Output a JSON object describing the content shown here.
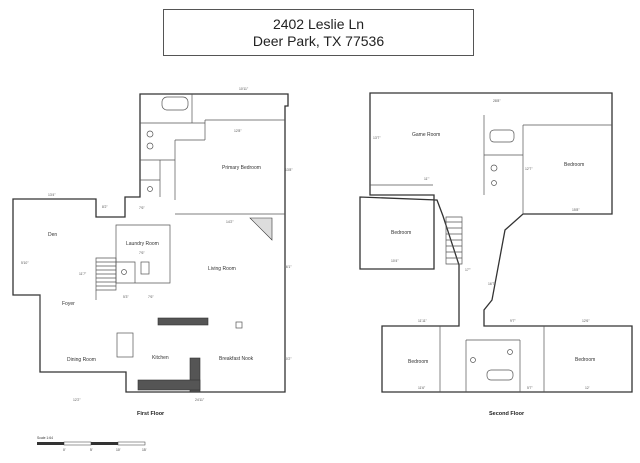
{
  "header": {
    "address_line1": "2402 Leslie Ln",
    "address_line2": "Deer Park, TX 77536"
  },
  "floors": [
    {
      "label": "First Floor",
      "rooms": [
        "Primary Bedroom",
        "Den",
        "Laundry Room",
        "Living Room",
        "Foyer",
        "Dining Room",
        "Kitchen",
        "Breakfast Nook"
      ],
      "dimensions": [
        "10'11\"",
        "13'8\"",
        "12'8\"",
        "13'4\"",
        "8'2\"",
        "7'6\"",
        "14'2\"",
        "5'10\"",
        "7'6\"",
        "5'3\"",
        "7'6\"",
        "11'7\"",
        "16'1\"",
        "7'7\"",
        "12'2\"",
        "24'11\"",
        "10'2\""
      ]
    },
    {
      "label": "Second Floor",
      "rooms": [
        "Game Room",
        "Bedroom",
        "Bedroom",
        "Bedroom",
        "Bedroom"
      ],
      "dimensions": [
        "28'8\"",
        "13'7\"",
        "12'7\"",
        "15'8\"",
        "11'\"",
        "10'4\"",
        "17'\"",
        "16'7\"",
        "11'11\"",
        "9'7\"",
        "12'6\"",
        "11'6\"",
        "12'",
        "5'7\""
      ]
    }
  ],
  "scale": {
    "title": "Scale 1:64",
    "ticks": [
      "0'",
      "5'",
      "10'",
      "15'"
    ]
  }
}
